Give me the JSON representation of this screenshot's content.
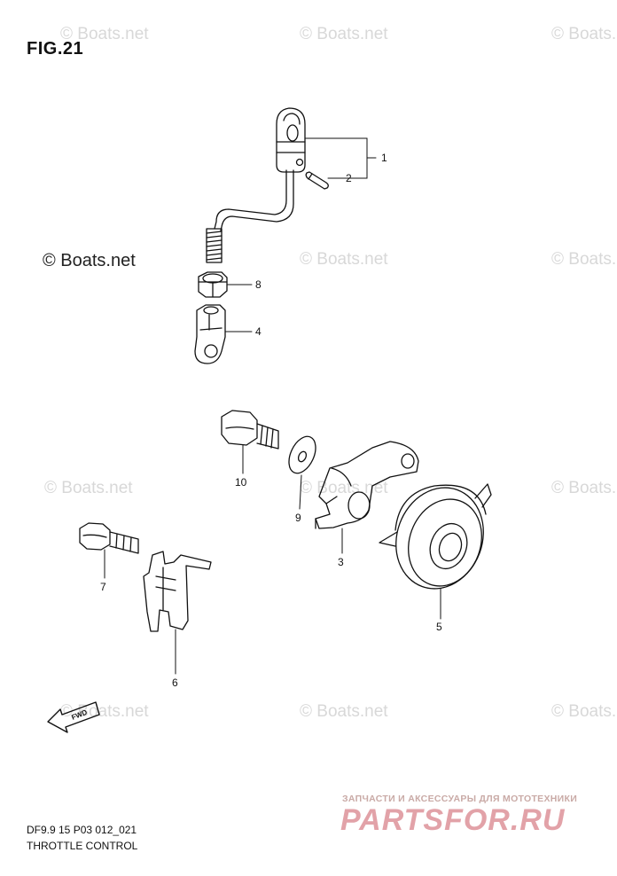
{
  "figure": {
    "title": "FIG.21",
    "code": "DF9.9 15 P03 012_021",
    "caption": "THROTTLE CONTROL"
  },
  "watermark": {
    "text": "© Boats.net"
  },
  "banner": {
    "top_text": "ЗАПЧАСТИ И АКСЕССУАРЫ ДЛЯ МОТОТЕХНИКИ",
    "logo_text": "PARTSFOR.RU"
  },
  "fwd_label": "FWD",
  "parts": [
    {
      "number": "1"
    },
    {
      "number": "2"
    },
    {
      "number": "3"
    },
    {
      "number": "4"
    },
    {
      "number": "5"
    },
    {
      "number": "6"
    },
    {
      "number": "7"
    },
    {
      "number": "8"
    },
    {
      "number": "9"
    },
    {
      "number": "10"
    }
  ],
  "colors": {
    "line": "#111111",
    "watermark": "#d8d8d8",
    "banner_logo": "#e2a2a8"
  }
}
